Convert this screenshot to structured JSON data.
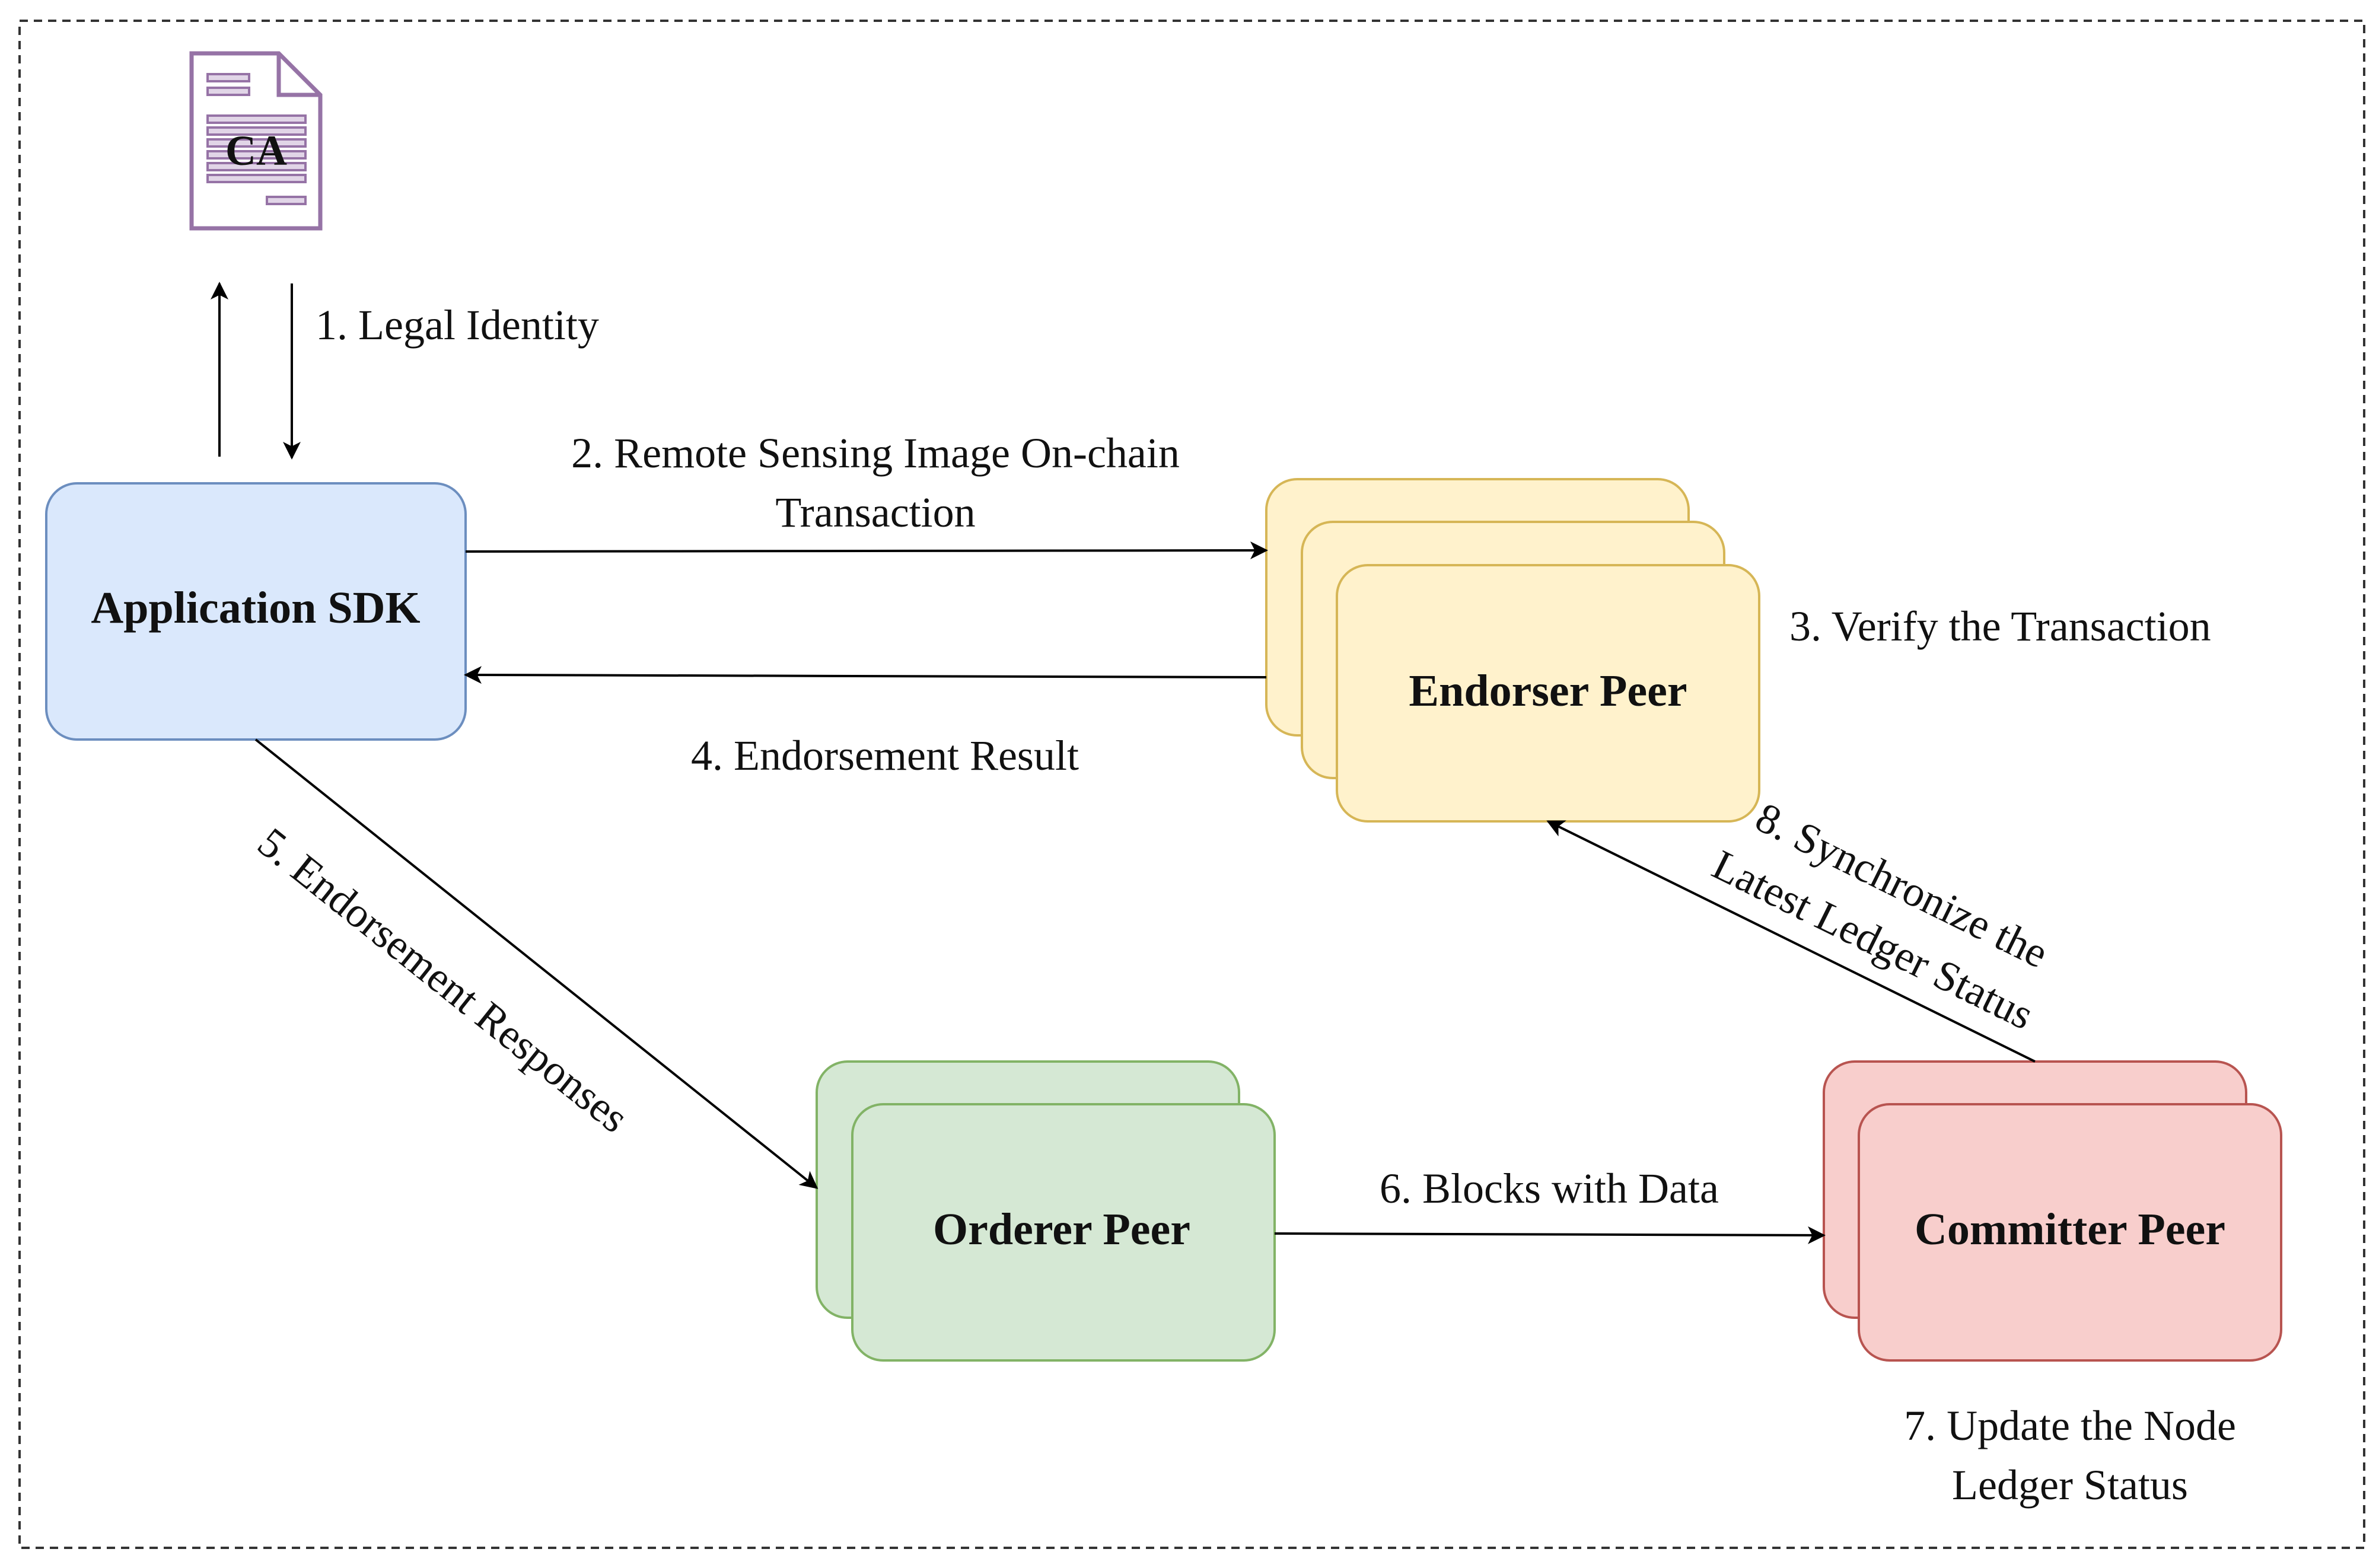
{
  "nodes": {
    "ca": {
      "label": "CA",
      "color_stroke": "#9673a6",
      "color_fill": "#e1d5e7"
    },
    "app_sdk": {
      "label": "Application SDK",
      "color_fill": "#dae8fc",
      "color_stroke": "#6c8ebf"
    },
    "endorser": {
      "label": "Endorser Peer",
      "color_fill": "#fff2cc",
      "color_stroke": "#d6b656"
    },
    "orderer": {
      "label": "Orderer Peer",
      "color_fill": "#d5e8d4",
      "color_stroke": "#82b366"
    },
    "committer": {
      "label": "Committer Peer",
      "color_fill": "#f8cecc",
      "color_stroke": "#b85450"
    }
  },
  "edges": {
    "e1": "1. Legal Identity",
    "e2_line1": "2. Remote Sensing Image On-chain",
    "e2_line2": "Transaction",
    "e3": "3. Verify the Transaction",
    "e4": "4. Endorsement Result",
    "e5": "5. Endorsement Responses",
    "e6": "6. Blocks with Data",
    "e7_line1": "7. Update the Node",
    "e7_line2": "Ledger Status",
    "e8_line1": "8. Synchronize the",
    "e8_line2": "Latest Ledger Status"
  }
}
